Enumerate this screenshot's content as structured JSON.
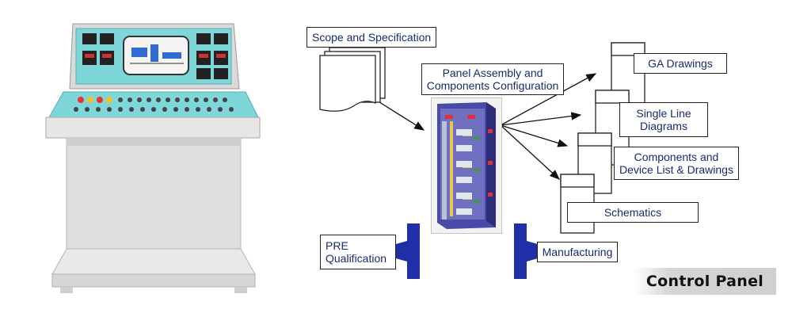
{
  "diagram": {
    "scope_label": "Scope and Specification",
    "assembly_label_line1": "Panel Assembly and",
    "assembly_label_line2": "Components Configuration",
    "ga_label": "GA Drawings",
    "sld_line1": "Single Line",
    "sld_line2": "Diagrams",
    "components_line1": "Components and",
    "components_line2": "Device List & Drawings",
    "schematics_label": "Schematics",
    "pre_line1": "PRE",
    "pre_line2": "Qualification",
    "manufacturing_label": "Manufacturing"
  },
  "badge": {
    "text": "Control Panel"
  },
  "colors": {
    "text_blue": "#1a2a6e",
    "connector_blue": "#1f2fa8",
    "panel_cyan": "#7fd6d9",
    "cabinet_grey": "#e3e3e3"
  }
}
